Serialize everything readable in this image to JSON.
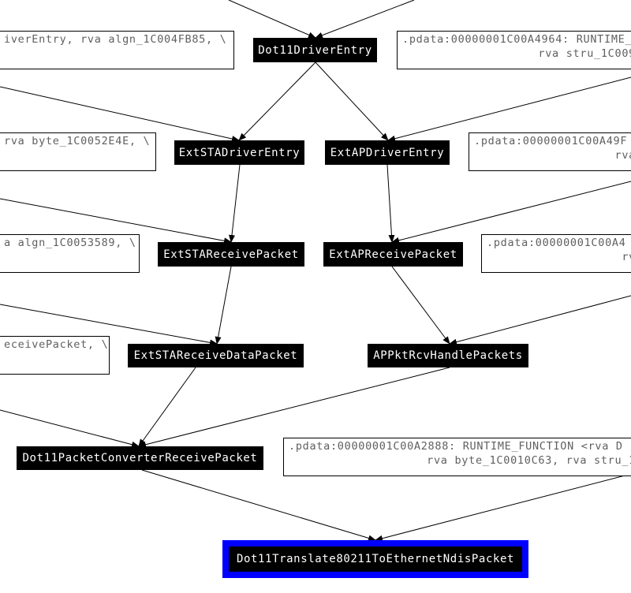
{
  "graph": {
    "colors": {
      "node_bg": "#000000",
      "node_text": "#ffffff",
      "selected_border": "#0000ff",
      "ref_text": "#606060",
      "edge": "#000000"
    },
    "nodes": {
      "dot11_driver_entry": "Dot11DriverEntry",
      "ext_sta_driver_entry": "ExtSTADriverEntry",
      "ext_ap_driver_entry": "ExtAPDriverEntry",
      "ext_sta_receive_packet": "ExtSTAReceivePacket",
      "ext_ap_receive_packet": "ExtAPReceivePacket",
      "ext_sta_receive_data_packet": "ExtSTAReceiveDataPacket",
      "ap_pkt_rcv_handle_packets": "APPktRcvHandlePackets",
      "dot11_packet_converter_receive_packet": "Dot11PacketConverterReceivePacket",
      "dot11_translate": "Dot11Translate80211ToEthernetNdisPacket"
    },
    "refs": {
      "ref_left_1": "iverEntry, rva algn_1C004FB85, \\",
      "ref_left_2": "rva byte_1C0052E4E, \\",
      "ref_left_3": "a algn_1C0053589, \\",
      "ref_left_4": "eceivePacket, \\",
      "ref_right_1": {
        "line1": ".pdata:00000001C00A4964: RUNTIME_",
        "line2": "rva stru_1C009"
      },
      "ref_right_2": {
        "line1": ".pdata:00000001C00A49F",
        "line2": "rva"
      },
      "ref_right_3": {
        "line1": ".pdata:00000001C00A4",
        "line2": "rv"
      },
      "ref_right_4": {
        "line1": ".pdata:00000001C00A2888: RUNTIME_FUNCTION <rva D",
        "line2": "rva byte_1C0010C63, rva stru_1"
      }
    }
  }
}
